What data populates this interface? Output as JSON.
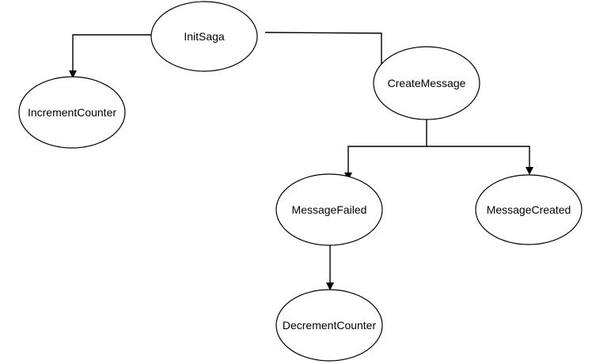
{
  "diagram": {
    "nodes": {
      "init_saga": "InitSaga",
      "increment_counter": "IncrementCounter",
      "create_message": "CreateMessage",
      "message_failed": "MessageFailed",
      "message_created": "MessageCreated",
      "decrement_counter": "DecrementCounter"
    },
    "edges": [
      {
        "from": "InitSaga",
        "to": "IncrementCounter",
        "arrow": true
      },
      {
        "from": "InitSaga",
        "to": "CreateMessage",
        "arrow": false
      },
      {
        "from": "CreateMessage",
        "to": "MessageFailed",
        "arrow": true
      },
      {
        "from": "CreateMessage",
        "to": "MessageCreated",
        "arrow": true
      },
      {
        "from": "MessageFailed",
        "to": "DecrementCounter",
        "arrow": true
      }
    ]
  }
}
